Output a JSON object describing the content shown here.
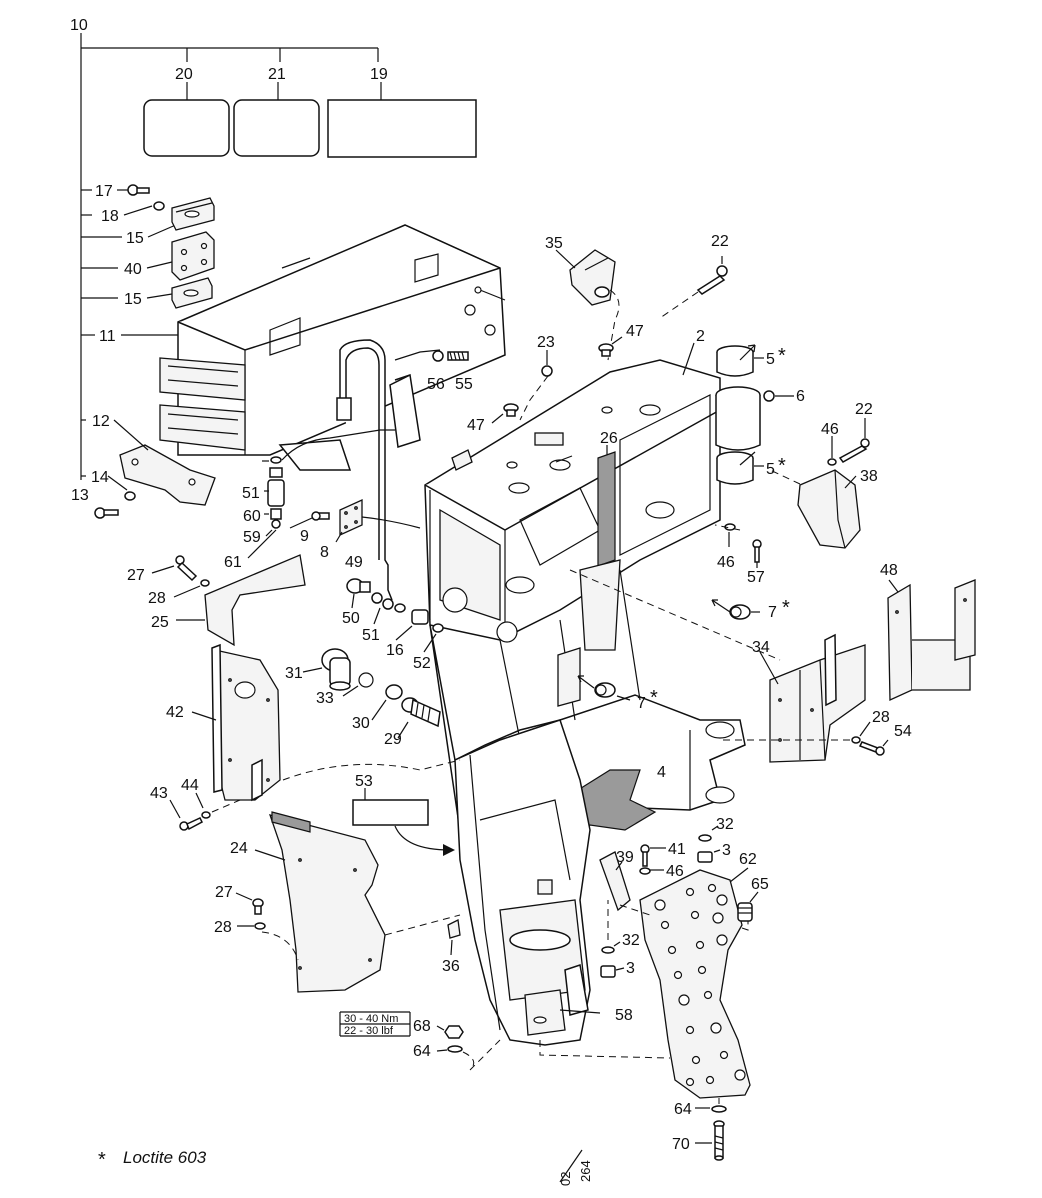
{
  "callouts": {
    "c10": "10",
    "c20": "20",
    "c21": "21",
    "c19": "19",
    "c17": "17",
    "c18": "18",
    "c15a": "15",
    "c40": "40",
    "c15b": "15",
    "c11": "11",
    "c12": "12",
    "c14": "14",
    "c13": "13",
    "c35": "35",
    "c22a": "22",
    "c23": "23",
    "c47a": "47",
    "c2": "2",
    "c5a": "5",
    "c6": "6",
    "c56": "56",
    "c55": "55",
    "c47b": "47",
    "c26": "26",
    "c22b": "22",
    "c46a": "46",
    "c38": "38",
    "c5b": "5",
    "c51a": "51",
    "c60": "60",
    "c59": "59",
    "c61": "61",
    "c9": "9",
    "c8": "8",
    "c49": "49",
    "c46b": "46",
    "c57": "57",
    "c27a": "27",
    "c28a": "28",
    "c25": "25",
    "c50": "50",
    "c51b": "51",
    "c16": "16",
    "c52": "52",
    "c7a": "7",
    "c48": "48",
    "c34": "34",
    "c31": "31",
    "c33": "33",
    "c30": "30",
    "c29": "29",
    "c7b": "7",
    "c42": "42",
    "c28b": "28",
    "c54": "54",
    "c4": "4",
    "c43": "43",
    "c44": "44",
    "c53": "53",
    "c32a": "32",
    "c41": "41",
    "c3a": "3",
    "c24": "24",
    "c39": "39",
    "c46c": "46",
    "c62": "62",
    "c65": "65",
    "c27b": "27",
    "c28c": "28",
    "c36": "36",
    "c32b": "32",
    "c3b": "3",
    "c58": "58",
    "c68": "68",
    "c64a": "64",
    "c64b": "64",
    "c70": "70"
  },
  "star": "*",
  "torque": {
    "line1": "30 - 40 Nm",
    "line2": "22 - 30 lbf"
  },
  "footnote": {
    "star": "*",
    "text": "Loctite 603"
  },
  "page_ref": {
    "top": "02",
    "bottom": "264"
  }
}
